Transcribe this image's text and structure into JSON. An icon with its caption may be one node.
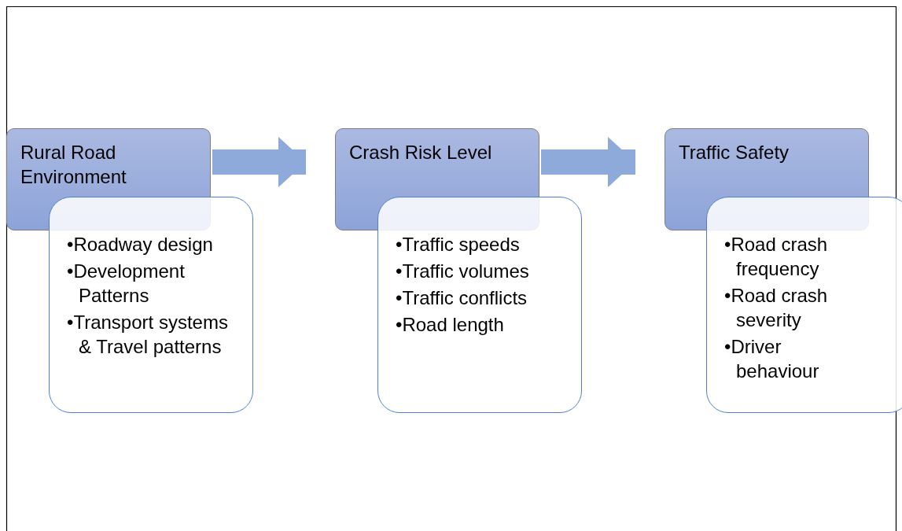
{
  "diagram": {
    "nodes": [
      {
        "text": [
          "Rural Road Environment"
        ]
      },
      {
        "text": [
          "•Roadway design",
          "•Development Patterns",
          "•Transport systems & Travel patterns"
        ]
      },
      {
        "text": [
          "Crash Risk Level"
        ]
      },
      {
        "text": [
          "•Traffic speeds",
          "•Traffic volumes",
          "•Traffic conflicts",
          "•Road length"
        ]
      },
      {
        "text": [
          "Traffic Safety"
        ]
      },
      {
        "text": [
          "•Road crash frequency",
          "•Road crash severity",
          "•Driver behaviour"
        ]
      }
    ],
    "edges": [
      {
        "from": 0,
        "to": 2,
        "arrow": "to"
      },
      {
        "from": 2,
        "to": 4,
        "arrow": "to"
      }
    ]
  }
}
